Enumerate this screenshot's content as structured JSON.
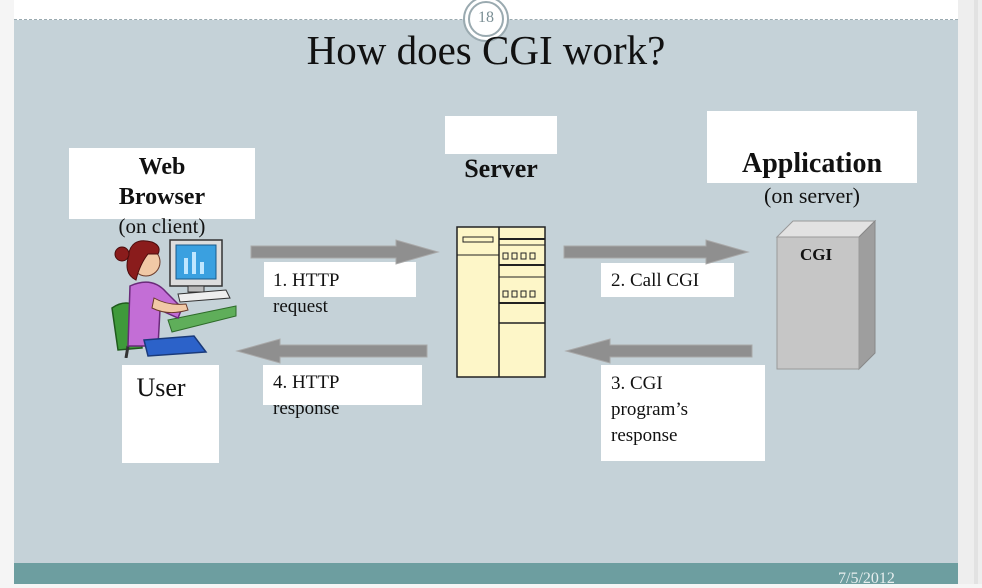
{
  "page_number": "18",
  "title": "How does CGI work?",
  "nodes": {
    "browser": {
      "line1": "Web",
      "line2": "Browser",
      "sub": "(on client)"
    },
    "server": {
      "label": "Server"
    },
    "application": {
      "label": "Application",
      "sub": "(on server)",
      "box_label": "CGI"
    },
    "user": {
      "label": "User"
    }
  },
  "steps": {
    "s1": {
      "line1": "1. HTTP",
      "line2": "request"
    },
    "s2": {
      "line1": "2. Call CGI"
    },
    "s3": {
      "line1": "3. CGI",
      "line2": "program’s",
      "line3": "response"
    },
    "s4": {
      "line1": "4. HTTP",
      "line2": "response"
    }
  },
  "footer_date": "7/5/2012",
  "colors": {
    "slide_bg": "#c5d2d8",
    "arrow": "#8f8f8f",
    "server_fill": "#fdf6c8",
    "cgi_box": "#c6c6c6",
    "footer_band": "#6d9ea0"
  }
}
